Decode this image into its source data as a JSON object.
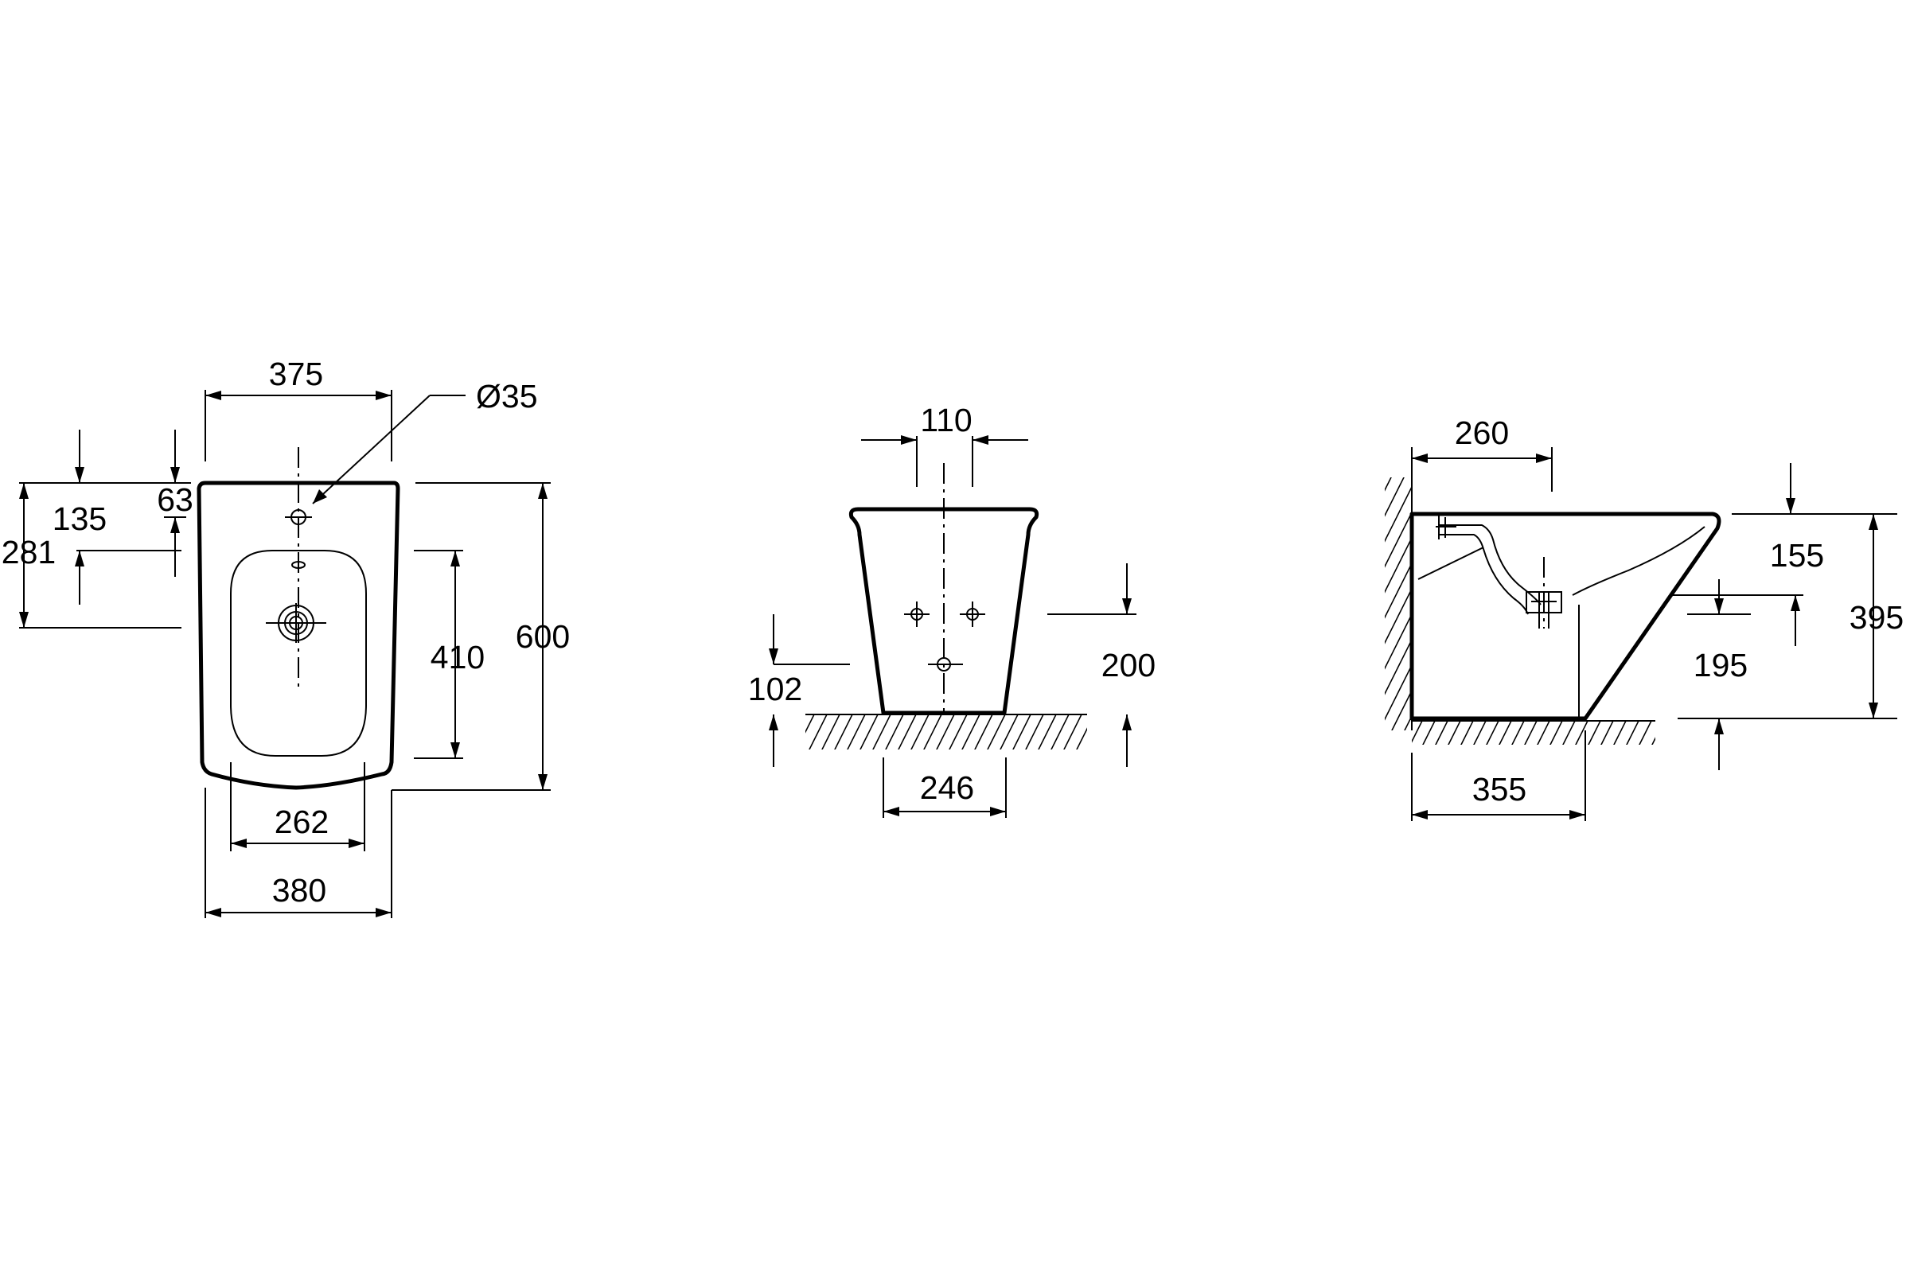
{
  "top_view": {
    "width_top": "375",
    "hole_diameter": "Ø35",
    "offset_small": "63",
    "offset_mid": "135",
    "offset_large": "281",
    "bowl_length": "410",
    "total_length": "600",
    "bowl_width": "262",
    "width_bottom": "380"
  },
  "front_view": {
    "fixing_spacing": "110",
    "lower_hole_height": "102",
    "fixing_height": "200",
    "base_width": "246"
  },
  "side_view": {
    "top_depth": "260",
    "outlet_depth": "155",
    "outlet_height": "195",
    "total_height": "395",
    "base_depth": "355"
  }
}
